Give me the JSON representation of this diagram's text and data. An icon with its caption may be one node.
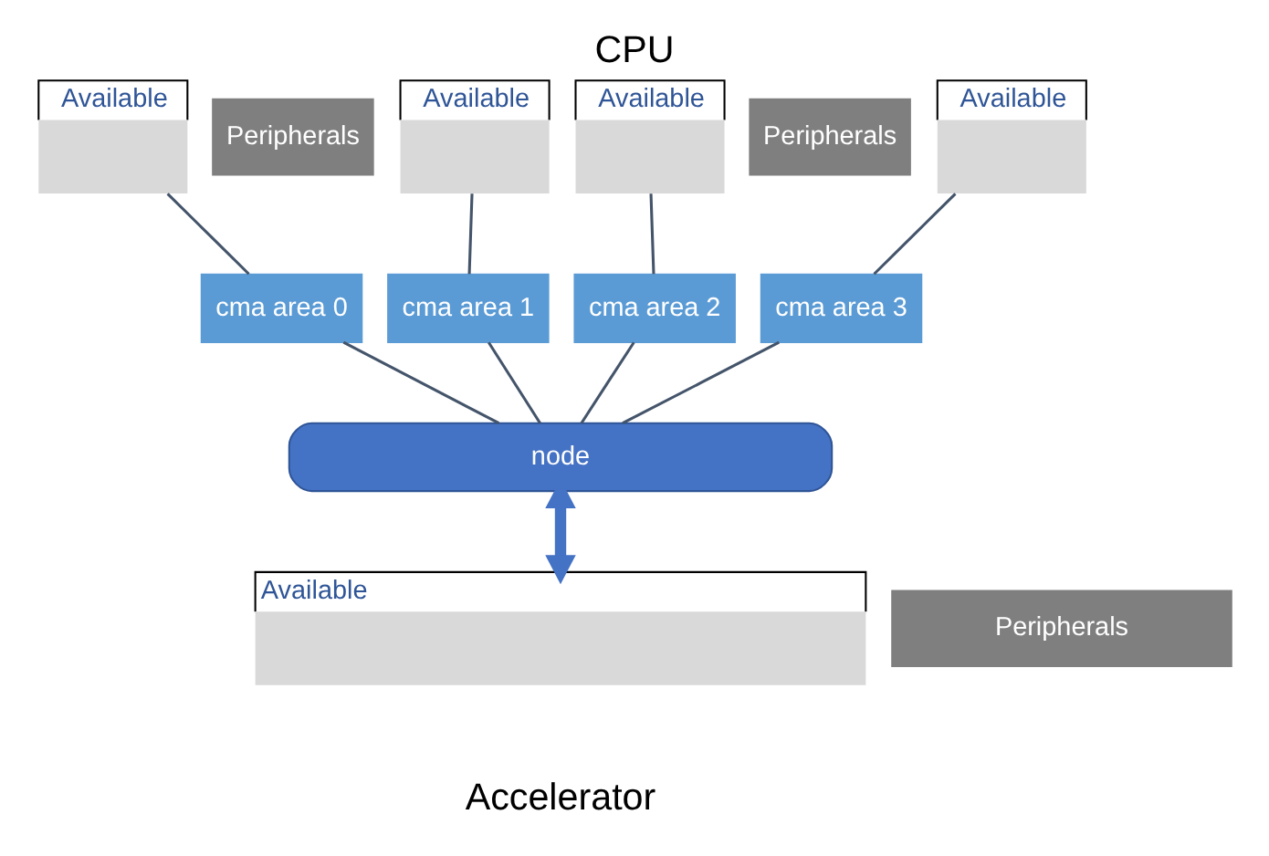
{
  "diagram": {
    "title": "CPU",
    "caption": "Accelerator",
    "nodes": [
      {
        "text": [],
        "shape": "box",
        "beside": [
          "Available"
        ]
      },
      {
        "text": [
          "Peripherals"
        ]
      },
      {
        "text": [],
        "shape": "box",
        "beside": [
          "Available"
        ]
      },
      {
        "text": [],
        "shape": "box",
        "beside": [
          "Available"
        ]
      },
      {
        "text": [
          "Peripherals"
        ]
      },
      {
        "text": [],
        "shape": "box",
        "beside": [
          "Available"
        ]
      },
      {
        "text": [
          "cma area 0"
        ]
      },
      {
        "text": [
          "cma area 1"
        ]
      },
      {
        "text": [
          "cma area 2"
        ]
      },
      {
        "text": [
          "cma area 3"
        ]
      },
      {
        "text": [
          "node"
        ]
      },
      {
        "text": [],
        "shape": "box",
        "beside": [
          "Available"
        ]
      },
      {
        "text": [
          "Peripherals"
        ]
      }
    ],
    "edges": [
      {
        "from": 0,
        "to": 6,
        "arrow": "none"
      },
      {
        "from": 2,
        "to": 7,
        "arrow": "none"
      },
      {
        "from": 3,
        "to": 8,
        "arrow": "none"
      },
      {
        "from": 5,
        "to": 9,
        "arrow": "none"
      },
      {
        "from": 6,
        "to": 10,
        "arrow": "none"
      },
      {
        "from": 7,
        "to": 10,
        "arrow": "none"
      },
      {
        "from": 8,
        "to": 10,
        "arrow": "none"
      },
      {
        "from": 9,
        "to": 10,
        "arrow": "none"
      },
      {
        "from": 10,
        "to": 11,
        "arrow": "both",
        "style": "thick",
        "color": "#4472c4"
      }
    ]
  }
}
